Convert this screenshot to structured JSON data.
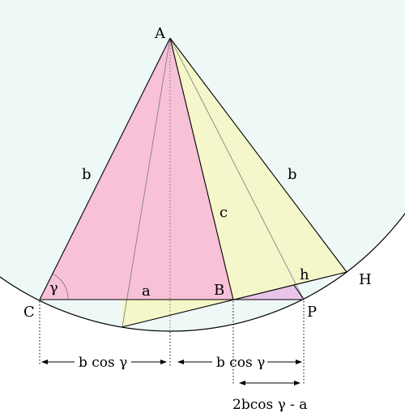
{
  "diagram": {
    "points": {
      "A": "A",
      "B": "B",
      "C": "C",
      "H": "H",
      "P": "P"
    },
    "sides": {
      "b_left": "b",
      "b_right": "b",
      "c": "c",
      "a": "a",
      "h": "h"
    },
    "angle": "γ",
    "dimensions": {
      "left": "b cos γ",
      "right": "b cos γ",
      "bottom": "2bcos γ - a"
    },
    "colors": {
      "circle_fill": "#eef8f7",
      "triangle_pink": "#f7c1d7",
      "triangle_yellow": "#f5f6c9",
      "triangle_violet": "#e7c4ea"
    }
  }
}
